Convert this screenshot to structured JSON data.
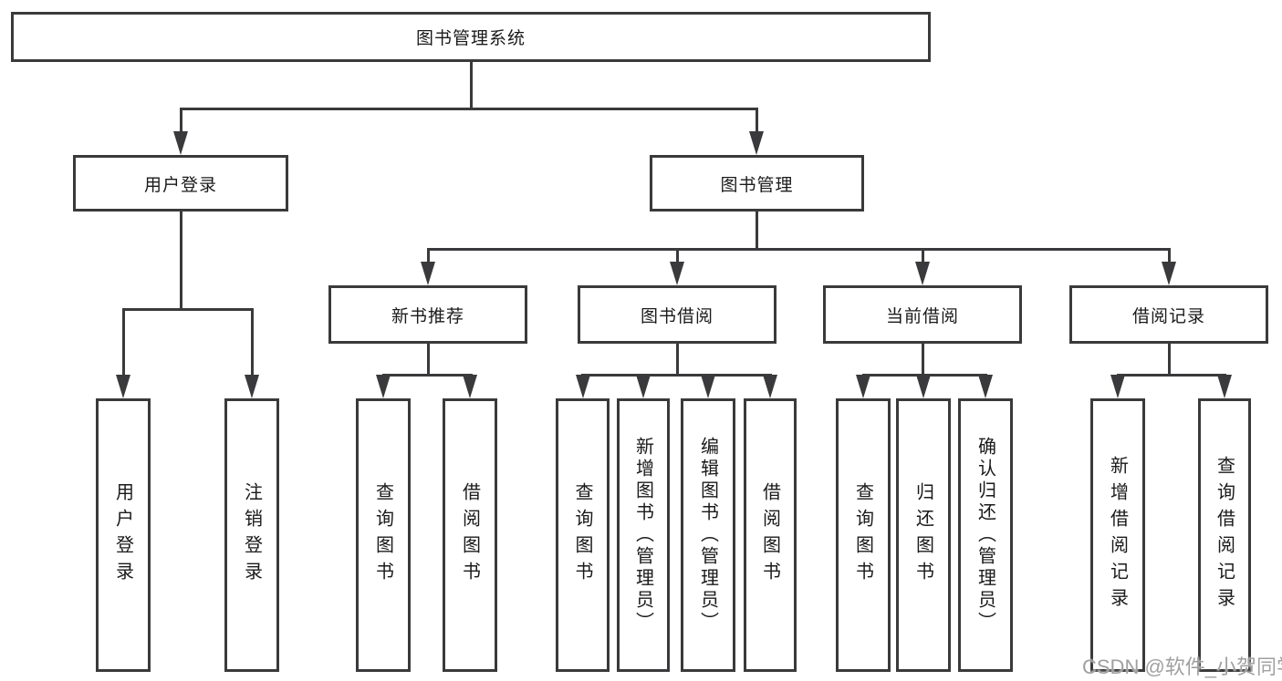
{
  "diagram_title": "图书管理系统",
  "tree": {
    "label": "图书管理系统",
    "children": [
      {
        "label": "用户登录",
        "children": [
          {
            "label": "用户登录"
          },
          {
            "label": "注销登录"
          }
        ]
      },
      {
        "label": "图书管理",
        "children": [
          {
            "label": "新书推荐",
            "children": [
              {
                "label": "查询图书"
              },
              {
                "label": "借阅图书"
              }
            ]
          },
          {
            "label": "图书借阅",
            "children": [
              {
                "label": "查询图书"
              },
              {
                "label": "新增图书（管理员）"
              },
              {
                "label": "编辑图书（管理员）"
              },
              {
                "label": "借阅图书"
              }
            ]
          },
          {
            "label": "当前借阅",
            "children": [
              {
                "label": "查询图书"
              },
              {
                "label": "归还图书"
              },
              {
                "label": "确认归还（管理员）"
              }
            ]
          },
          {
            "label": "借阅记录",
            "children": [
              {
                "label": "新增借阅记录"
              },
              {
                "label": "查询借阅记录"
              }
            ]
          }
        ]
      }
    ]
  },
  "watermark": "CSDN @软件_小贺同学",
  "colors": {
    "line": "#3a3a3c",
    "text": "#1a1a1a",
    "watermark": "#a0a0a0",
    "background": "#ffffff"
  }
}
